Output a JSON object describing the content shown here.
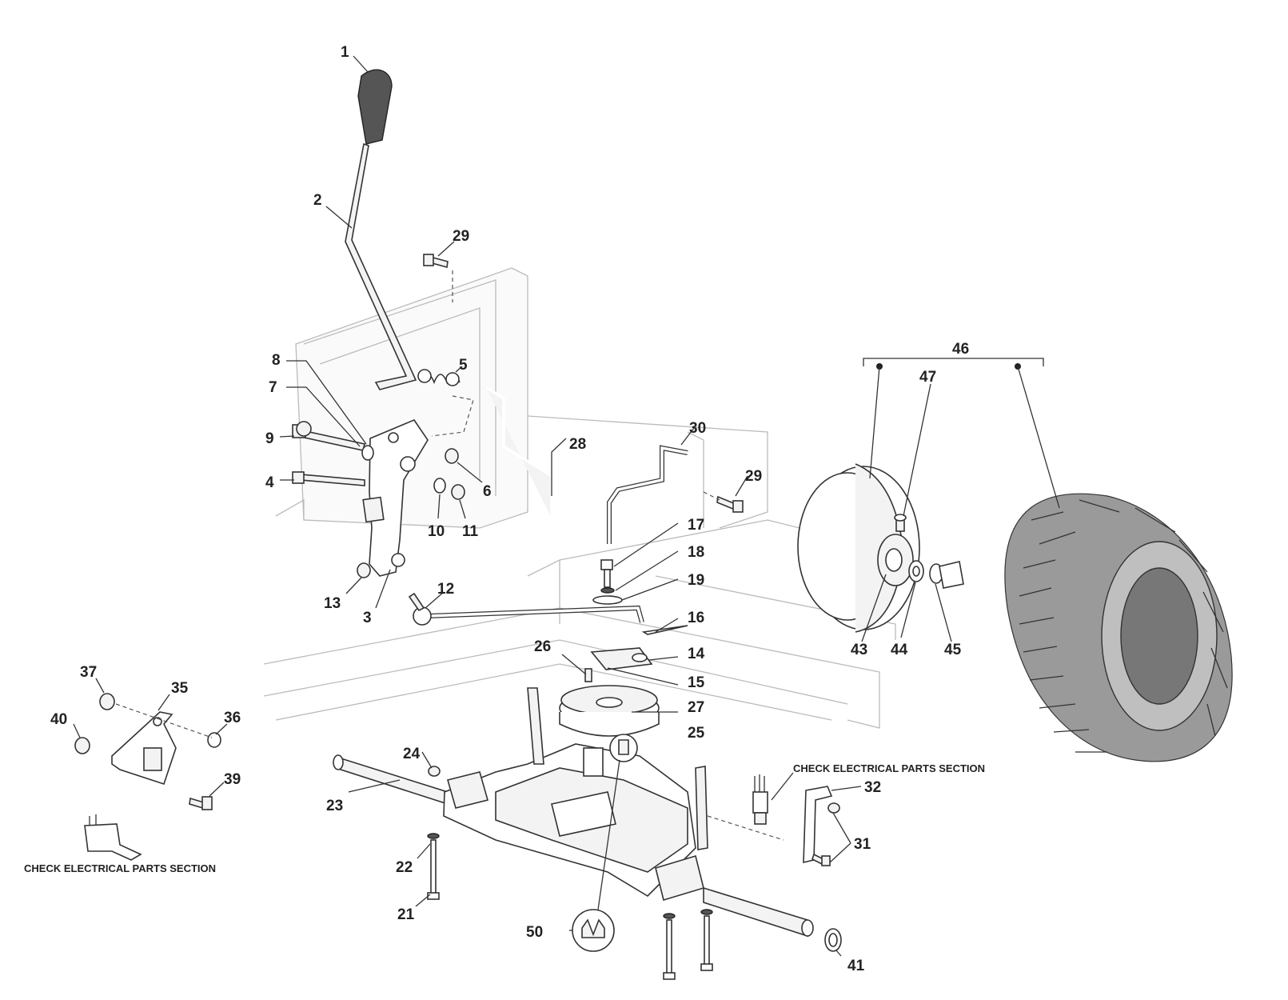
{
  "callouts": [
    {
      "id": "1",
      "text": "1"
    },
    {
      "id": "2",
      "text": "2"
    },
    {
      "id": "3",
      "text": "3"
    },
    {
      "id": "4",
      "text": "4"
    },
    {
      "id": "5",
      "text": "5"
    },
    {
      "id": "6",
      "text": "6"
    },
    {
      "id": "7",
      "text": "7"
    },
    {
      "id": "8",
      "text": "8"
    },
    {
      "id": "9",
      "text": "9"
    },
    {
      "id": "10",
      "text": "10"
    },
    {
      "id": "11",
      "text": "11"
    },
    {
      "id": "12",
      "text": "12"
    },
    {
      "id": "13",
      "text": "13"
    },
    {
      "id": "14",
      "text": "14"
    },
    {
      "id": "15",
      "text": "15"
    },
    {
      "id": "16",
      "text": "16"
    },
    {
      "id": "17",
      "text": "17"
    },
    {
      "id": "18",
      "text": "18"
    },
    {
      "id": "19",
      "text": "19"
    },
    {
      "id": "21",
      "text": "21"
    },
    {
      "id": "22",
      "text": "22"
    },
    {
      "id": "23",
      "text": "23"
    },
    {
      "id": "24",
      "text": "24"
    },
    {
      "id": "25",
      "text": "25"
    },
    {
      "id": "26",
      "text": "26"
    },
    {
      "id": "27",
      "text": "27"
    },
    {
      "id": "28",
      "text": "28"
    },
    {
      "id": "29a",
      "text": "29"
    },
    {
      "id": "29b",
      "text": "29"
    },
    {
      "id": "30",
      "text": "30"
    },
    {
      "id": "31",
      "text": "31"
    },
    {
      "id": "32",
      "text": "32"
    },
    {
      "id": "35",
      "text": "35"
    },
    {
      "id": "36",
      "text": "36"
    },
    {
      "id": "37",
      "text": "37"
    },
    {
      "id": "39",
      "text": "39"
    },
    {
      "id": "40",
      "text": "40"
    },
    {
      "id": "41",
      "text": "41"
    },
    {
      "id": "43",
      "text": "43"
    },
    {
      "id": "44",
      "text": "44"
    },
    {
      "id": "45",
      "text": "45"
    },
    {
      "id": "46",
      "text": "46"
    },
    {
      "id": "47",
      "text": "47"
    },
    {
      "id": "50",
      "text": "50"
    }
  ],
  "notes": {
    "electrical_right": "CHECK ELECTRICAL PARTS SECTION",
    "electrical_left": "CHECK ELECTRICAL PARTS SECTION"
  }
}
